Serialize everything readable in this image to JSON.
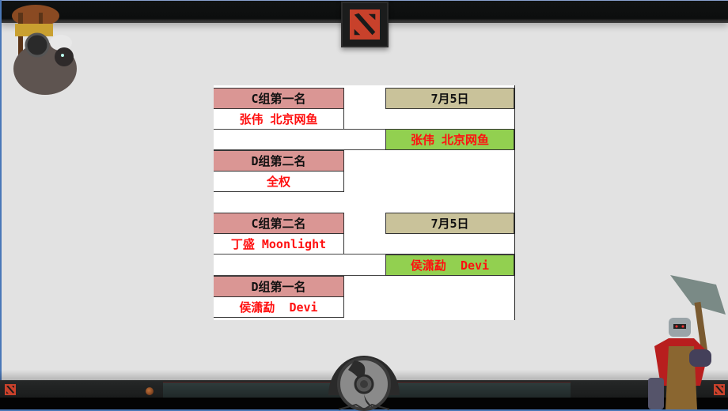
{
  "bracket": {
    "matches": [
      {
        "date": "7月5日",
        "top_seed": {
          "label": "C组第一名",
          "player": "张伟 北京网鱼"
        },
        "bottom_seed": {
          "label": "D组第二名",
          "player": "全权"
        },
        "winner": "张伟 北京网鱼"
      },
      {
        "date": "7月5日",
        "top_seed": {
          "label": "C组第二名",
          "player": "丁盛 Moonlight"
        },
        "bottom_seed": {
          "label": "D组第一名",
          "player": "侯潇勐  Devi"
        },
        "winner": "侯潇勐  Devi"
      }
    ]
  },
  "colors": {
    "seed_header": "#da9694",
    "date_cell": "#c9c29a",
    "winner_cell": "#92d050",
    "player_text": "#ff1010",
    "logo_red": "#c8412b"
  },
  "decorations": {
    "top_logo": "dota-logo-icon",
    "bottom_emblem": "aegis-icon",
    "left_hero": "hero-portrait-icon",
    "right_hero": "hero-portrait-icon"
  }
}
